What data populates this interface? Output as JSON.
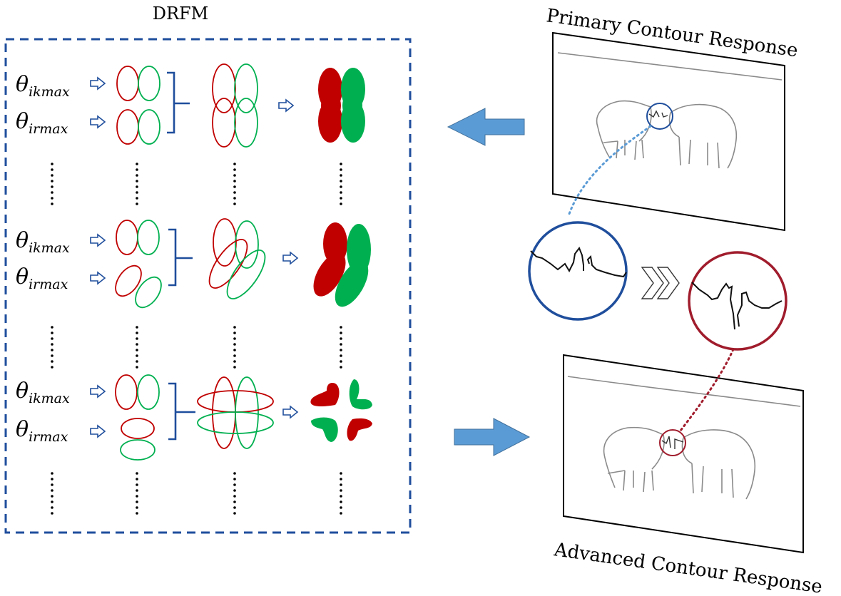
{
  "title": "DRFM",
  "theta_main": "θ",
  "row_labels": [
    {
      "top_sub": "ikmax",
      "bottom_sub": "irmax"
    },
    {
      "top_sub": "ikmax",
      "bottom_sub": "irmax"
    },
    {
      "top_sub": "ikmax",
      "bottom_sub": "irmax"
    }
  ],
  "panels": {
    "primary_label": "Primary Contour Response",
    "advanced_label": "Advanced Contour Response"
  },
  "colors": {
    "red": "#c00000",
    "green": "#00b050",
    "blue": "#1f4e9c",
    "arrow_fill": "#5b9bd5",
    "dark_red": "#a01c2c"
  }
}
